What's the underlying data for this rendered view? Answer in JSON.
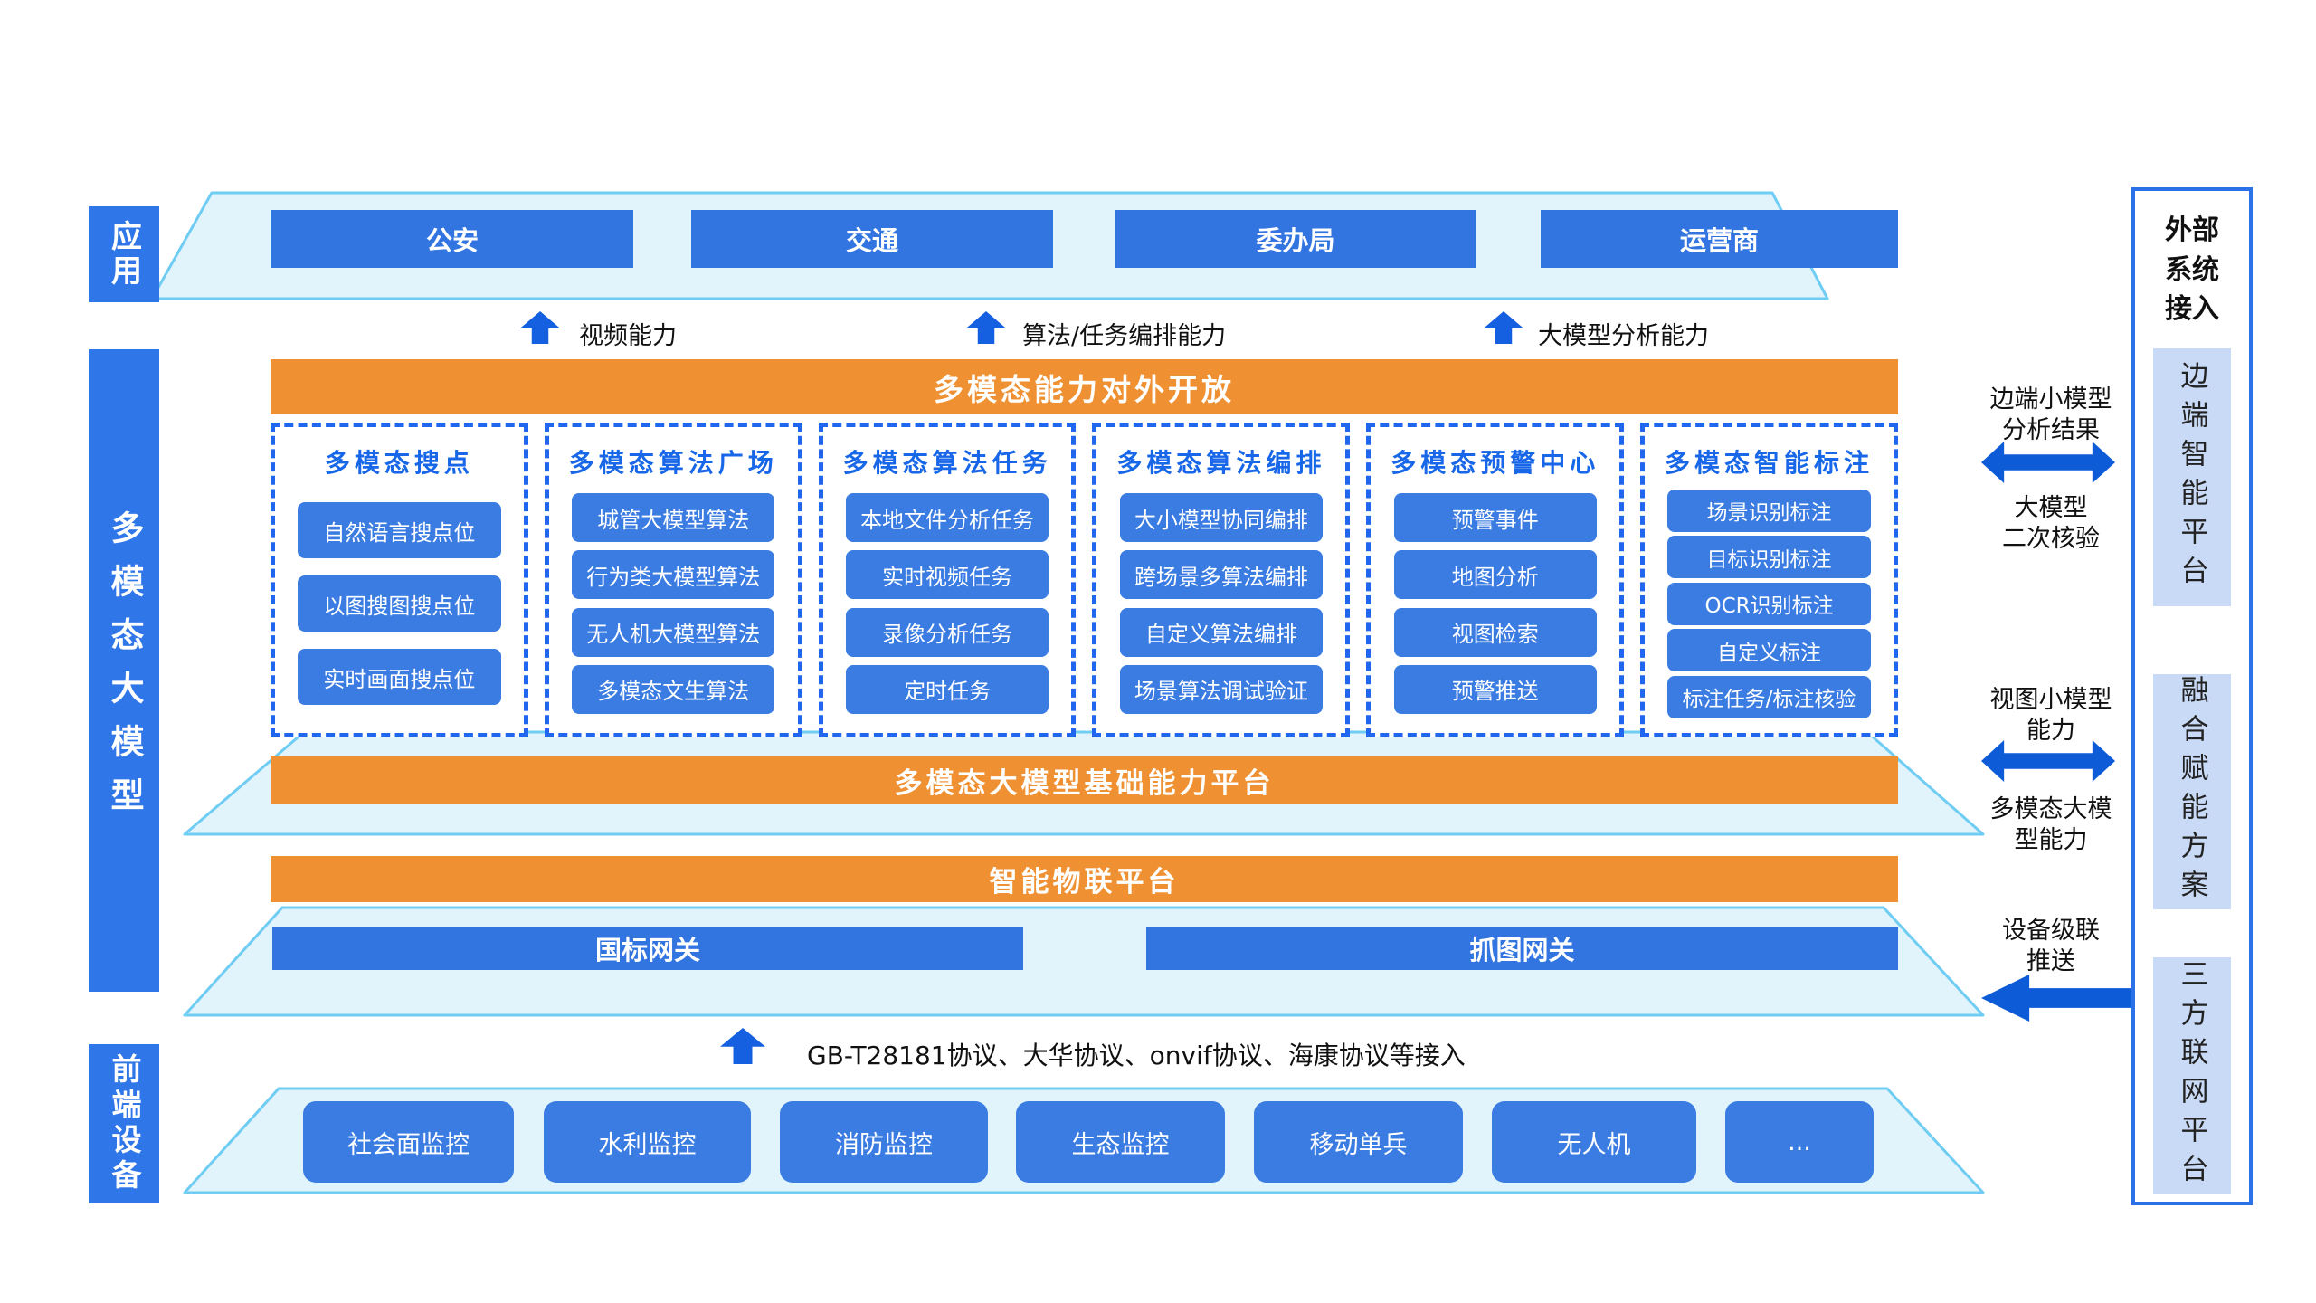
{
  "palette": {
    "node_blue": "#3275e0",
    "chip_blue": "#3a7ce2",
    "deep_blue": "#0e5bd8",
    "dashed_border_blue": "#2066ef",
    "header_text_blue": "#1767e8",
    "orange": "#ef9133",
    "band_fill": "#e1f3fb",
    "band_border": "#6fccf3",
    "panel_border": "#2b72e8",
    "panel_box_fill": "#c9daf6"
  },
  "left_rail": {
    "application": "应用",
    "multimodal_model": "多模态大模型",
    "frontend_devices": "前端设备"
  },
  "applications": {
    "items": [
      "公安",
      "交通",
      "委办局",
      "运营商"
    ]
  },
  "capability_arrows": [
    "视频能力",
    "算法/任务编排能力",
    "大模型分析能力"
  ],
  "open_bar": "多模态能力对外开放",
  "columns": [
    {
      "title": "多模态搜点",
      "items": [
        "自然语言搜点位",
        "以图搜图搜点位",
        "实时画面搜点位"
      ]
    },
    {
      "title": "多模态算法广场",
      "items": [
        "城管大模型算法",
        "行为类大模型算法",
        "无人机大模型算法",
        "多模态文生算法"
      ]
    },
    {
      "title": "多模态算法任务",
      "items": [
        "本地文件分析任务",
        "实时视频任务",
        "录像分析任务",
        "定时任务"
      ]
    },
    {
      "title": "多模态算法编排",
      "items": [
        "大小模型协同编排",
        "跨场景多算法编排",
        "自定义算法编排",
        "场景算法调试验证"
      ]
    },
    {
      "title": "多模态预警中心",
      "items": [
        "预警事件",
        "地图分析",
        "视图检索",
        "预警推送"
      ]
    },
    {
      "title": "多模态智能标注",
      "items": [
        "场景识别标注",
        "目标识别标注",
        "OCR识别标注",
        "自定义标注",
        "标注任务/标注核验"
      ]
    }
  ],
  "foundation_bar": "多模态大模型基础能力平台",
  "iot_bar": "智能物联平台",
  "gateways": {
    "gb": "国标网关",
    "snapshot": "抓图网关"
  },
  "protocol_note": "GB-T28181协议、大华协议、onvif协议、海康协议等接入",
  "devices": [
    "社会面监控",
    "水利监控",
    "消防监控",
    "生态监控",
    "移动单兵",
    "无人机",
    "..."
  ],
  "external_panel": {
    "title": "外部系统接入",
    "edge_platform": "边端智能平台",
    "fusion_solution": "融合赋能方案",
    "third_party_platform": "三方联网平台"
  },
  "side_links": [
    {
      "top": "边端小模型\n分析结果",
      "bottom": "大模型\n二次核验"
    },
    {
      "top": "视图小模型\n能力",
      "bottom": "多模态大模\n型能力"
    },
    {
      "top": "设备级联\n推送"
    }
  ]
}
